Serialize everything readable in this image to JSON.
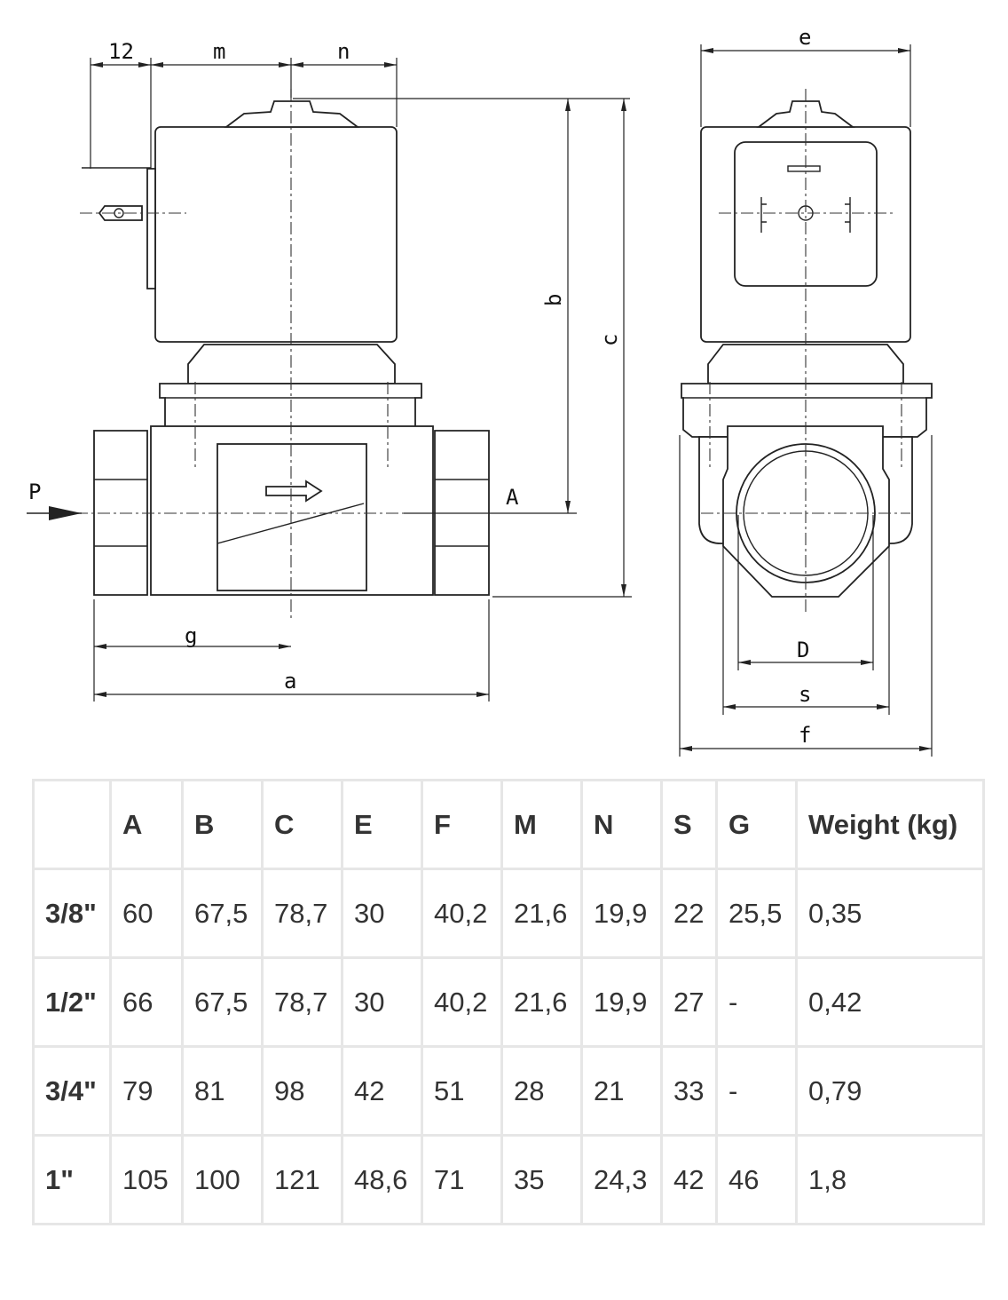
{
  "drawing": {
    "labels": {
      "dim_12": "12",
      "dim_m": "m",
      "dim_n": "n",
      "dim_b": "b",
      "dim_c": "c",
      "dim_g": "g",
      "dim_a": "a",
      "port_p": "P",
      "port_a": "A",
      "dim_e": "e",
      "dim_D": "D",
      "dim_s": "s",
      "dim_f": "f"
    }
  },
  "table": {
    "headers": [
      "",
      "A",
      "B",
      "C",
      "E",
      "F",
      "M",
      "N",
      "S",
      "G",
      "Weight (kg)"
    ],
    "rows": [
      [
        "3/8\"",
        "60",
        "67,5",
        "78,7",
        "30",
        "40,2",
        "21,6",
        "19,9",
        "22",
        "25,5",
        "0,35"
      ],
      [
        "1/2\"",
        "66",
        "67,5",
        "78,7",
        "30",
        "40,2",
        "21,6",
        "19,9",
        "27",
        "-",
        "0,42"
      ],
      [
        "3/4\"",
        "79",
        "81",
        "98",
        "42",
        "51",
        "28",
        "21",
        "33",
        "-",
        "0,79"
      ],
      [
        "1\"",
        "105",
        "100",
        "121",
        "48,6",
        "71",
        "35",
        "24,3",
        "42",
        "46",
        "1,8"
      ]
    ]
  }
}
